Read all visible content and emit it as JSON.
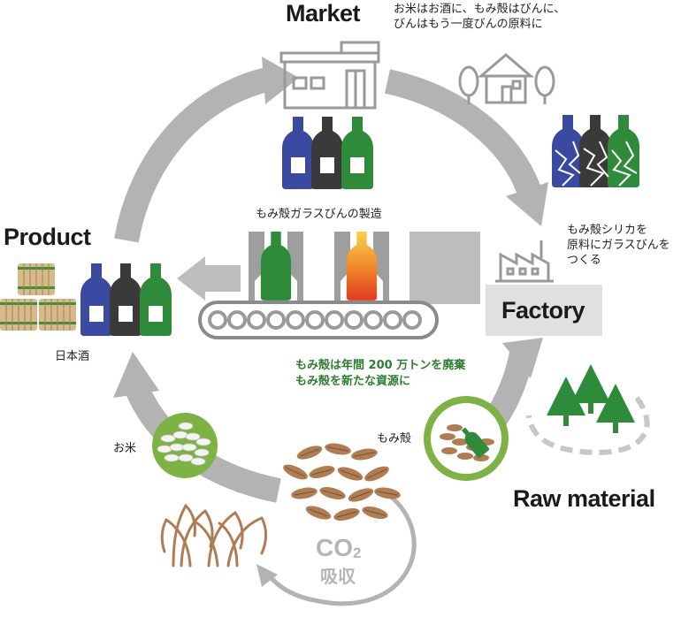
{
  "labels": {
    "market": "Market",
    "product": "Product",
    "factory": "Factory",
    "raw_material": "Raw material",
    "co2_main": "CO",
    "co2_sub": "2",
    "co2_absorb": "吸収"
  },
  "captions": {
    "market_note_line1": "お米はお酒に、もみ殻はびんに、",
    "market_note_line2": "びんはもう一度びんの原料に",
    "factory_note_line1": "もみ殻シリカを",
    "factory_note_line2": "原料にガラスびんを",
    "factory_note_line3": "つくる",
    "manufacturing": "もみ殻ガラスびんの製造",
    "sake": "日本酒",
    "rice": "お米",
    "husk": "もみ殻",
    "waste_line1": "もみ殻は年間 200 万トンを廃棄",
    "waste_line2": "もみ殻を新たな資源に"
  },
  "colors": {
    "arrow_gray": "#b3b3b3",
    "bottle_blue": "#3a4aa0",
    "bottle_black": "#3a3a3a",
    "bottle_green": "#2e8b3a",
    "tree_green": "#2e8b3a",
    "circle_green": "#7cb342",
    "text_green": "#2e7d32"
  }
}
